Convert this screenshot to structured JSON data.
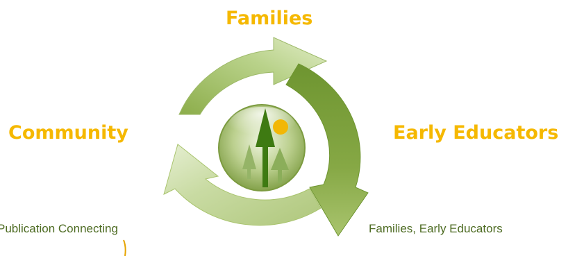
{
  "labels": {
    "top": "Families",
    "left": "Community",
    "right": "Early Educators"
  },
  "captions": {
    "left": "Publication Connecting",
    "right": "Families, Early Educators"
  },
  "colors": {
    "label": "#F5B800",
    "arrow_dark": "#7FA13B",
    "arrow_light": "#D7E6B4",
    "tree_dark": "#3E7A12",
    "sun": "#F2B705"
  },
  "icons": {
    "center": "trees-and-sun-orb-icon"
  }
}
